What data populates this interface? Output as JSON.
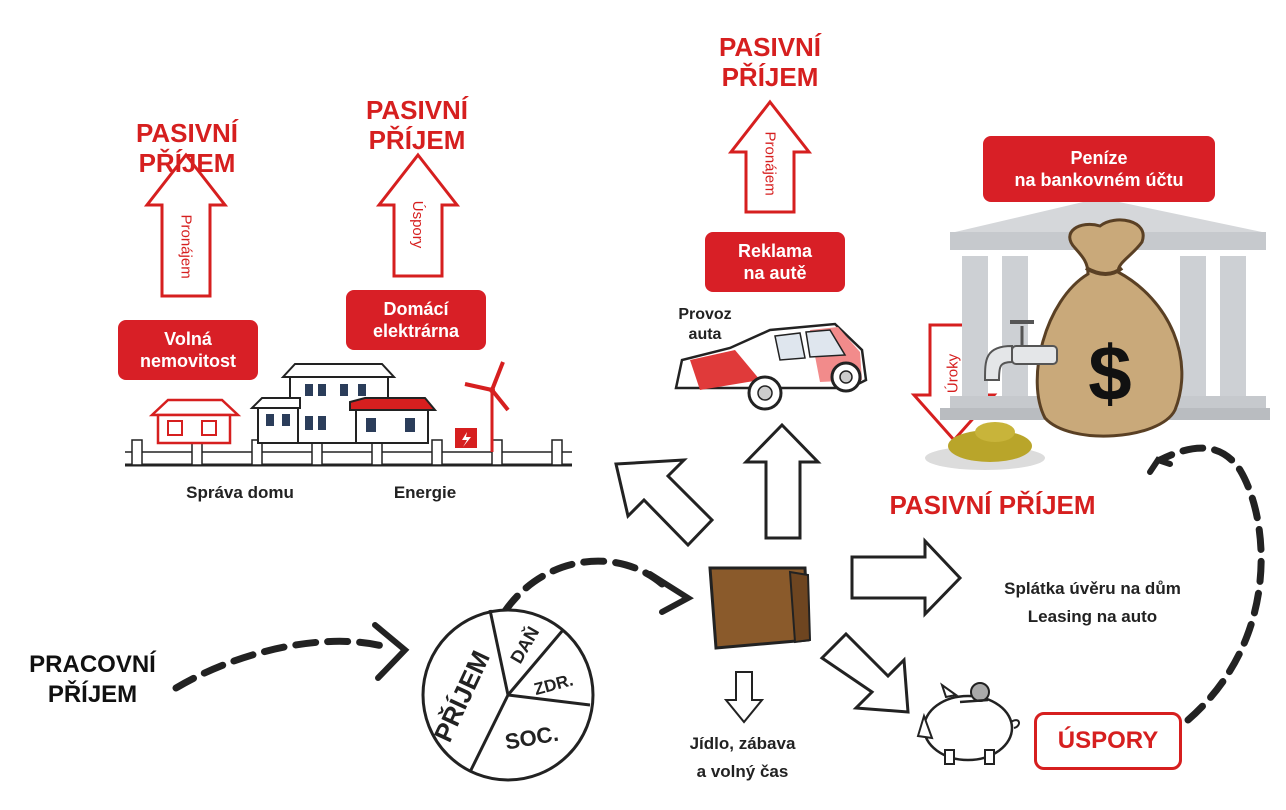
{
  "passive_income_1": "PASIVNÍ\nPŘÍJEM",
  "passive_income_2": "PASIVNÍ\nPŘÍJEM",
  "passive_income_3": "PASIVNÍ\nPŘÍJEM",
  "passive_income_4": "PASIVNÍ PŘÍJEM",
  "arrow_rent_1": "Pronájem",
  "arrow_savings": "Úspory",
  "arrow_rent_2": "Pronájem",
  "arrow_interest": "Úroky",
  "box_free_property": "Volná\nnemovitost",
  "box_home_power": "Domácí\nelektrárna",
  "box_car_ad": "Reklama\nna autě",
  "box_bank_money": "Peníze\nna bankovném účtu",
  "label_house_mgmt": "Správa domu",
  "label_energy": "Energie",
  "label_car_run": "Provoz\nauta",
  "label_loans": "Splátka úvěru na dům\nLeasing na auto",
  "label_food": "Jídlo, zábava\na volný čas",
  "work_income": "PRACOVNÍ\nPŘÍJEM",
  "savings_box": "ÚSPORY",
  "pie_labels": {
    "income": "PŘÍJEM",
    "tax": "DAŇ",
    "health": "ZDR.",
    "social": "SOC."
  },
  "bag_symbol": "$",
  "colors": {
    "accent_red": "#d61f1f",
    "box_red": "#d81f26",
    "wallet_brown": "#8a5a2b",
    "bag_tan": "#c9a97a",
    "coins_gold": "#b9a52a"
  }
}
